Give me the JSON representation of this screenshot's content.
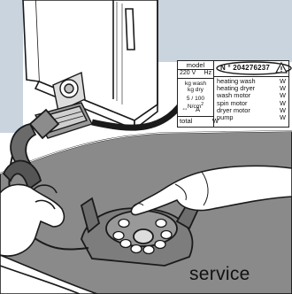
{
  "plate": {
    "model_label": "model",
    "voltage": "220 V",
    "frequency": "Hz",
    "kg_wash": "kg wash",
    "kg_dry": "kg dry",
    "pressure": "5 / 100 N/cm",
    "pressure_exp": "2",
    "amp_symbol": "⇔",
    "amp_unit": "A",
    "total_label": "total",
    "total_unit": "W",
    "serial": "N ° 204276237",
    "components": [
      "heating wash",
      "heating dryer",
      "wash motor",
      "spin motor",
      "dryer motor",
      "pump"
    ],
    "component_units": [
      "W",
      "W",
      "W",
      "W",
      "W",
      "W"
    ]
  },
  "caption": "service",
  "colors": {
    "panel_blue": "#c9d4df",
    "floor_gray": "#8a8a8a",
    "outline": "#1a1a1a"
  },
  "icons": {
    "warning": "warning-triangle-icon",
    "phone": "telephone-icon"
  }
}
